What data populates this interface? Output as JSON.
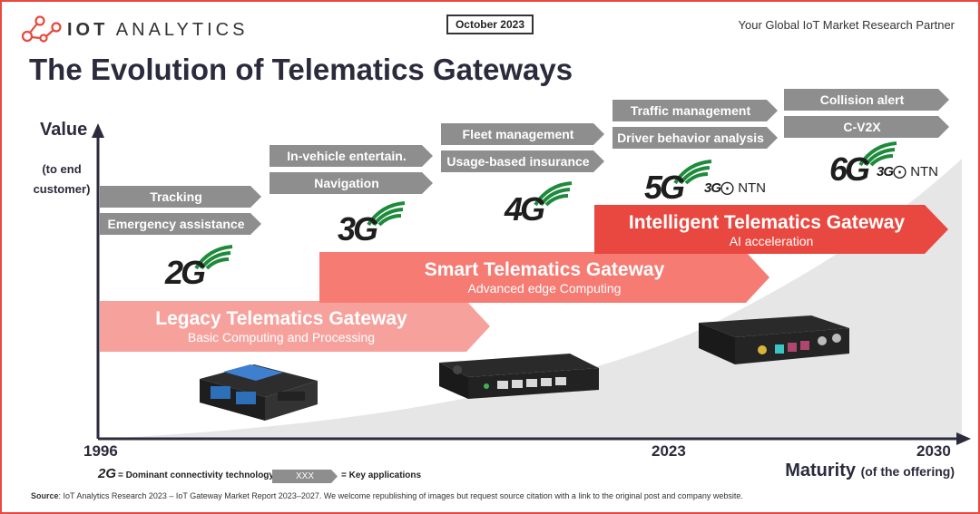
{
  "header": {
    "logo_main": "IOT",
    "logo_rest": "ANALYTICS",
    "date": "October 2023",
    "tagline": "Your Global IoT Market Research Partner",
    "title": "The Evolution of Telematics Gateways"
  },
  "axes": {
    "y_title": "Value",
    "y_subtitle": "(to end customer)",
    "x_title": "Maturity",
    "x_title_suffix": "(of the offering)",
    "x_ticks": [
      "1996",
      "2023",
      "2030"
    ]
  },
  "applications": {
    "tracking": "Tracking",
    "emergency": "Emergency assistance",
    "entertainment": "In-vehicle entertain.",
    "navigation": "Navigation",
    "fleet": "Fleet management",
    "insurance": "Usage-based insurance",
    "traffic": "Traffic management",
    "driver": "Driver behavior analysis",
    "collision": "Collision alert",
    "cv2x": "C-V2X"
  },
  "gateways": {
    "legacy": {
      "name": "Legacy Telematics Gateway",
      "sub": "Basic Computing and Processing",
      "color": "#f7a19d"
    },
    "smart": {
      "name": "Smart Telematics Gateway",
      "sub": "Advanced edge Computing",
      "color": "#f57b73"
    },
    "intelligent": {
      "name": "Intelligent Telematics Gateway",
      "sub": "AI acceleration",
      "color": "#e8483f"
    }
  },
  "technologies": {
    "g2": "2G",
    "g3": "3G",
    "g4": "4G",
    "g5": "5G",
    "g6": "6G",
    "ntn_prefix": "3G",
    "ntn": "NTN"
  },
  "legend": {
    "gen_sample": "2G",
    "gen_text": "= Dominant connectivity technology",
    "box_sample": "XXX",
    "box_text": "= Key applications"
  },
  "source": {
    "label": "Source",
    "text": ": IoT Analytics Research 2023 – IoT Gateway Market Report 2023–2027. We welcome republishing of images but request source citation with a link to the original post and company website."
  },
  "colors": {
    "accent": "#e8483f",
    "grey_arrow": "#8e8e8e",
    "signal_green": "#1e8a3c"
  }
}
